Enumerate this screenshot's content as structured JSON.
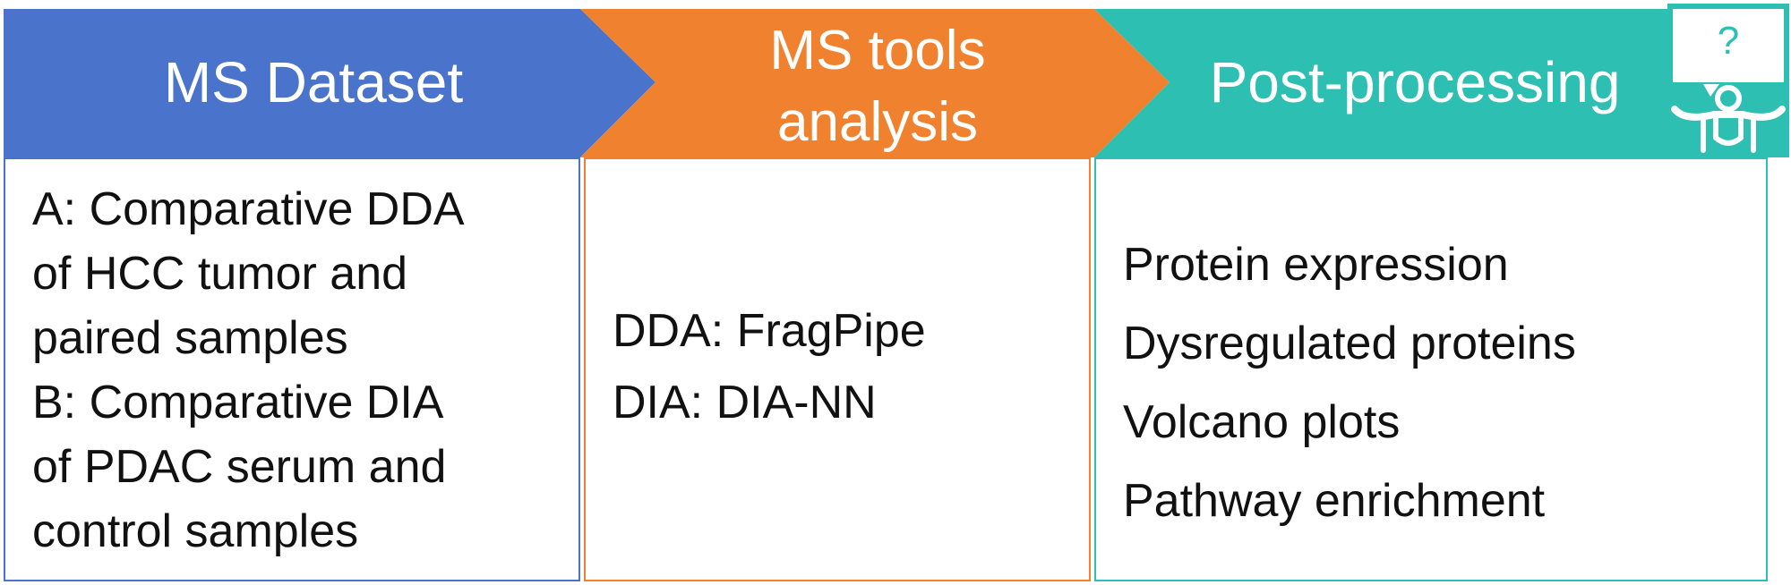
{
  "stages": [
    {
      "title_lines": [
        "MS Dataset"
      ],
      "items": [
        "A: Comparative DDA",
        "of HCC tumor and",
        "paired samples",
        "B: Comparative DIA",
        "of PDAC serum and",
        "control samples"
      ],
      "color": "#4a74cc",
      "border_color": "#4a74cc"
    },
    {
      "title_lines": [
        "MS tools",
        "analysis"
      ],
      "items": [
        "DDA: FragPipe",
        "DIA: DIA-NN"
      ],
      "color": "#f0822f",
      "border_color": "#f0822f"
    },
    {
      "title_lines": [
        "Post-processing"
      ],
      "items": [
        "Protein expression",
        "Dysregulated proteins",
        "Volcano plots",
        "Pathway enrichment"
      ],
      "color": "#2dbfb1",
      "border_color": "#2dbfb1"
    }
  ],
  "icons": {
    "person": "person-with-question-icon",
    "question_mark": "?"
  }
}
